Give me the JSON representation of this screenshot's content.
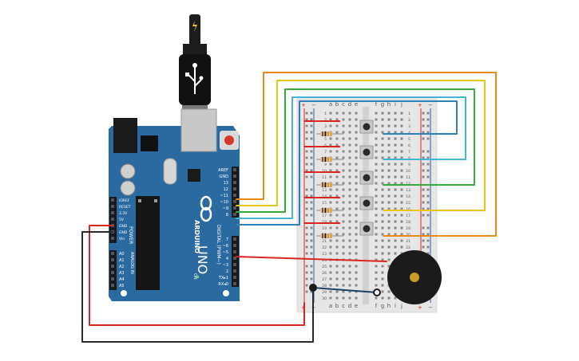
{
  "arduino": {
    "brand": "ARDUINO",
    "model": "UNO",
    "digital_label": "DIGITAL (PWM~)",
    "power_label": "POWER",
    "analog_label": "ANALOG IN",
    "on_label": "ON",
    "header_top": [
      "AREF",
      "GND",
      "13",
      "12",
      "~11",
      "~10",
      "~9",
      "8"
    ],
    "header_bottom": [
      "7",
      "~6",
      "~5",
      "4",
      "~3",
      "2",
      "TX▸1",
      "RX◂0"
    ],
    "power_pins": [
      "IOREF",
      "RESET",
      "3.3V",
      "5V",
      "GND",
      "GND",
      "Vin"
    ],
    "analog_pins": [
      "A0",
      "A1",
      "A2",
      "A3",
      "A4",
      "A5"
    ]
  },
  "breadboard": {
    "rail_plus": "+",
    "rail_minus": "−",
    "cols_left": [
      "a",
      "b",
      "c",
      "d",
      "e"
    ],
    "cols_right": [
      "f",
      "g",
      "h",
      "i",
      "j"
    ],
    "row_numbers": [
      "1",
      "2",
      "3",
      "4",
      "5",
      "6",
      "7",
      "8",
      "9",
      "10",
      "11",
      "12",
      "13",
      "14",
      "15",
      "16",
      "17",
      "18",
      "19",
      "20",
      "21",
      "22",
      "23",
      "24",
      "25",
      "26",
      "27",
      "28",
      "29",
      "30"
    ]
  },
  "colors": {
    "board": "#2b6aa0",
    "wire_red": "#d9261c",
    "wire_black": "#2a2a2a",
    "wire_orange": "#e8891a",
    "wire_yellow": "#e8c619",
    "wire_green": "#3aa83a",
    "wire_cyan": "#45b4d6",
    "wire_blue": "#2f7fb8"
  }
}
